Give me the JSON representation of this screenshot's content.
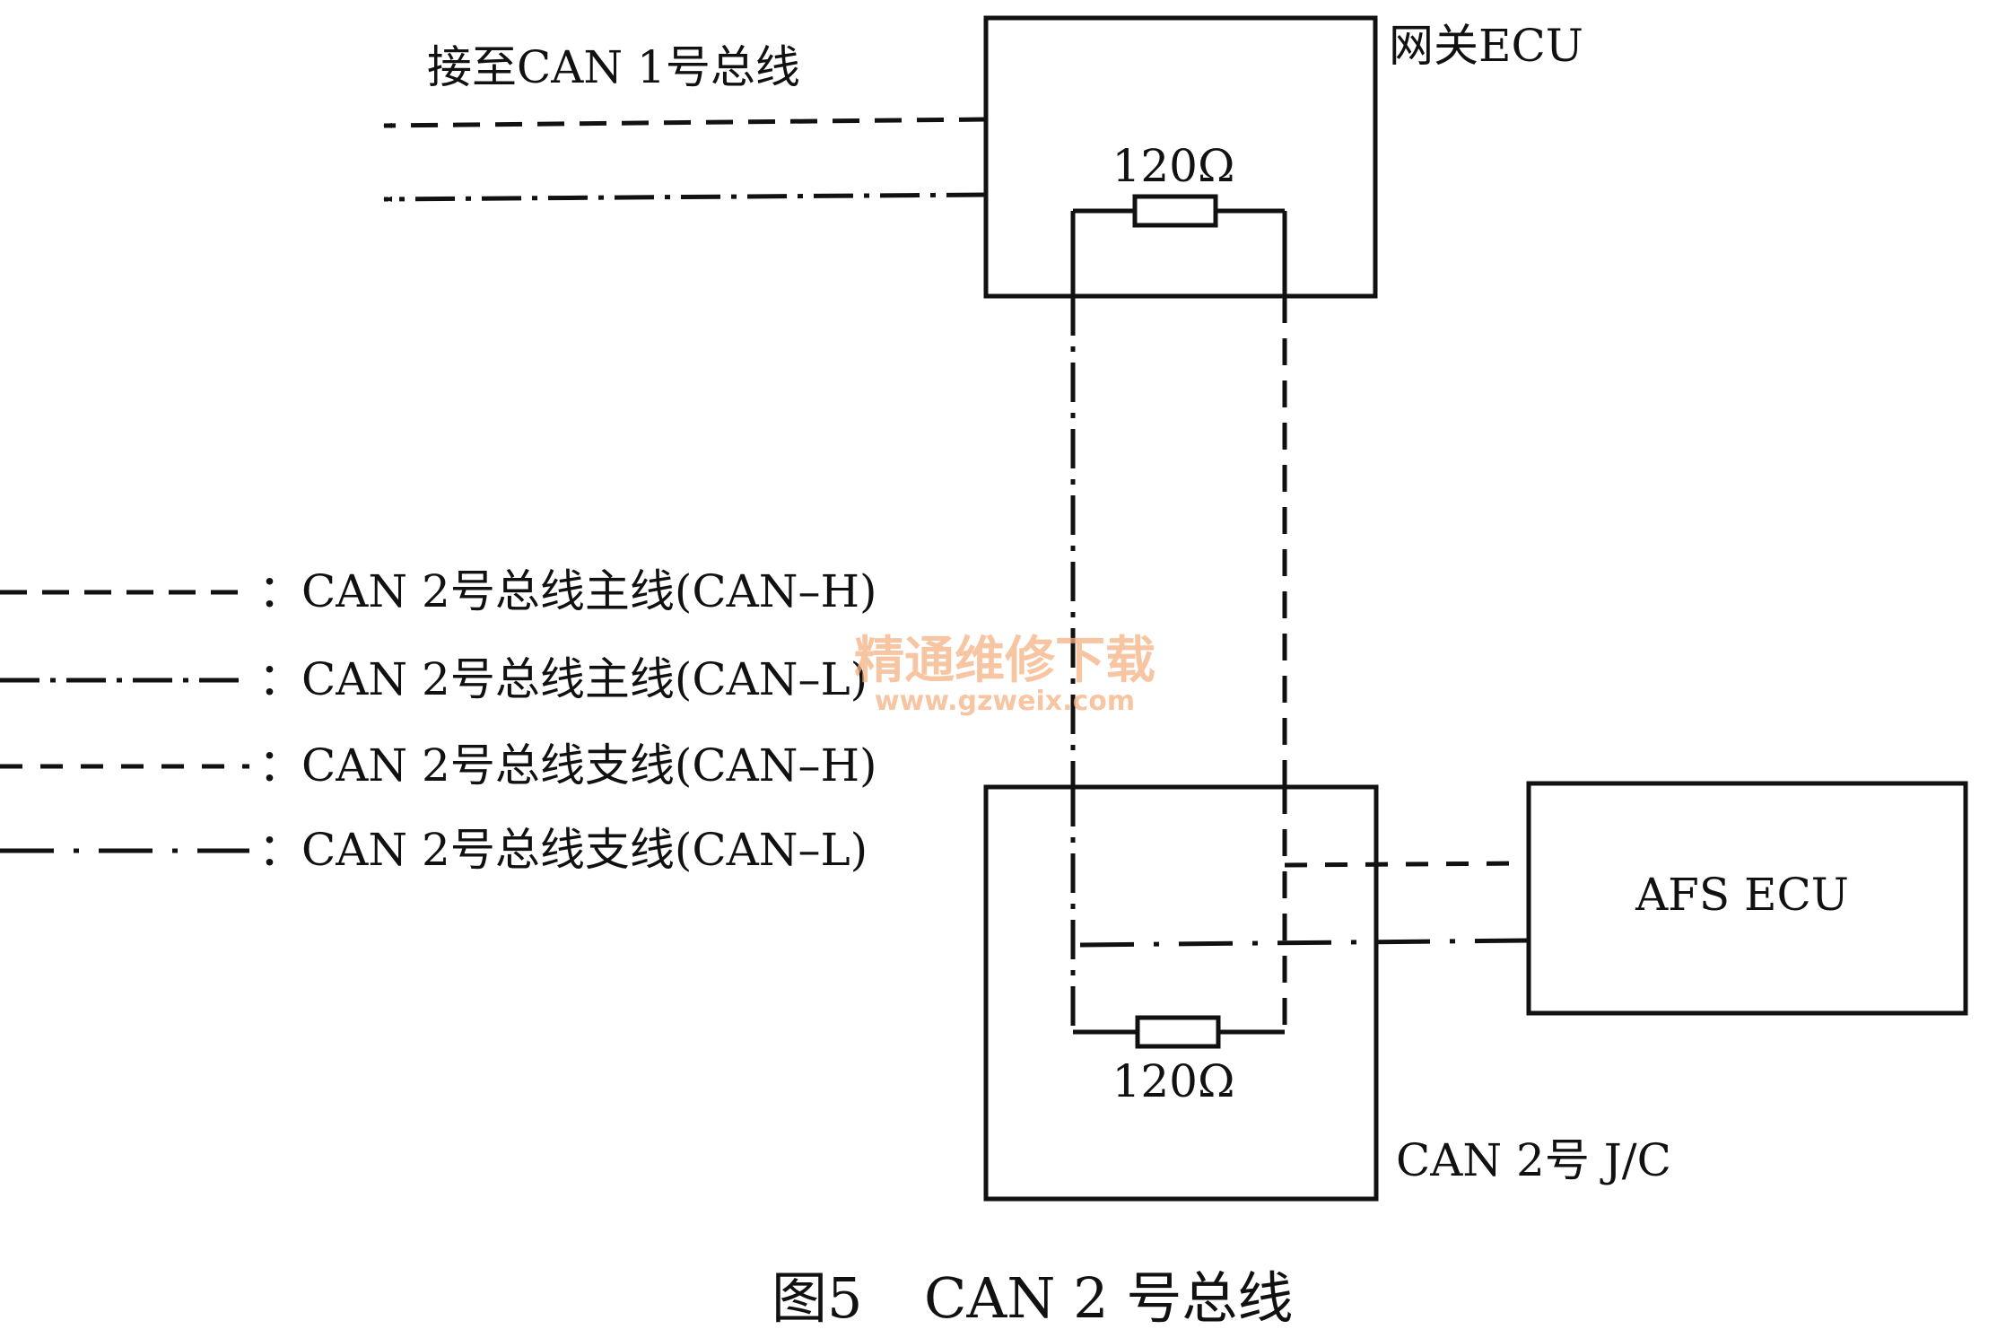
{
  "gateway": {
    "label": "网关ECU",
    "resistor": "120Ω"
  },
  "junction": {
    "label": "CAN 2号 J/C",
    "resistor": "120Ω"
  },
  "afs": {
    "label": "AFS ECU"
  },
  "can1_note": "接至CAN 1号总线",
  "legend": [
    {
      "style": "dashed",
      "text": "CAN 2号总线主线(CAN–H)"
    },
    {
      "style": "dash-dot",
      "text": "CAN 2号总线主线(CAN–L)"
    },
    {
      "style": "dashed-fine",
      "text": "CAN 2号总线支线(CAN–H)"
    },
    {
      "style": "dash-dot-fine",
      "text": "CAN 2号总线支线(CAN–L)"
    }
  ],
  "legend_separator": "：",
  "caption": {
    "number": "图5",
    "title": "CAN 2 号总线"
  },
  "watermark": {
    "cn": "精通维修下载",
    "url": "www.gzweix.com",
    "color": "#f4b183"
  }
}
